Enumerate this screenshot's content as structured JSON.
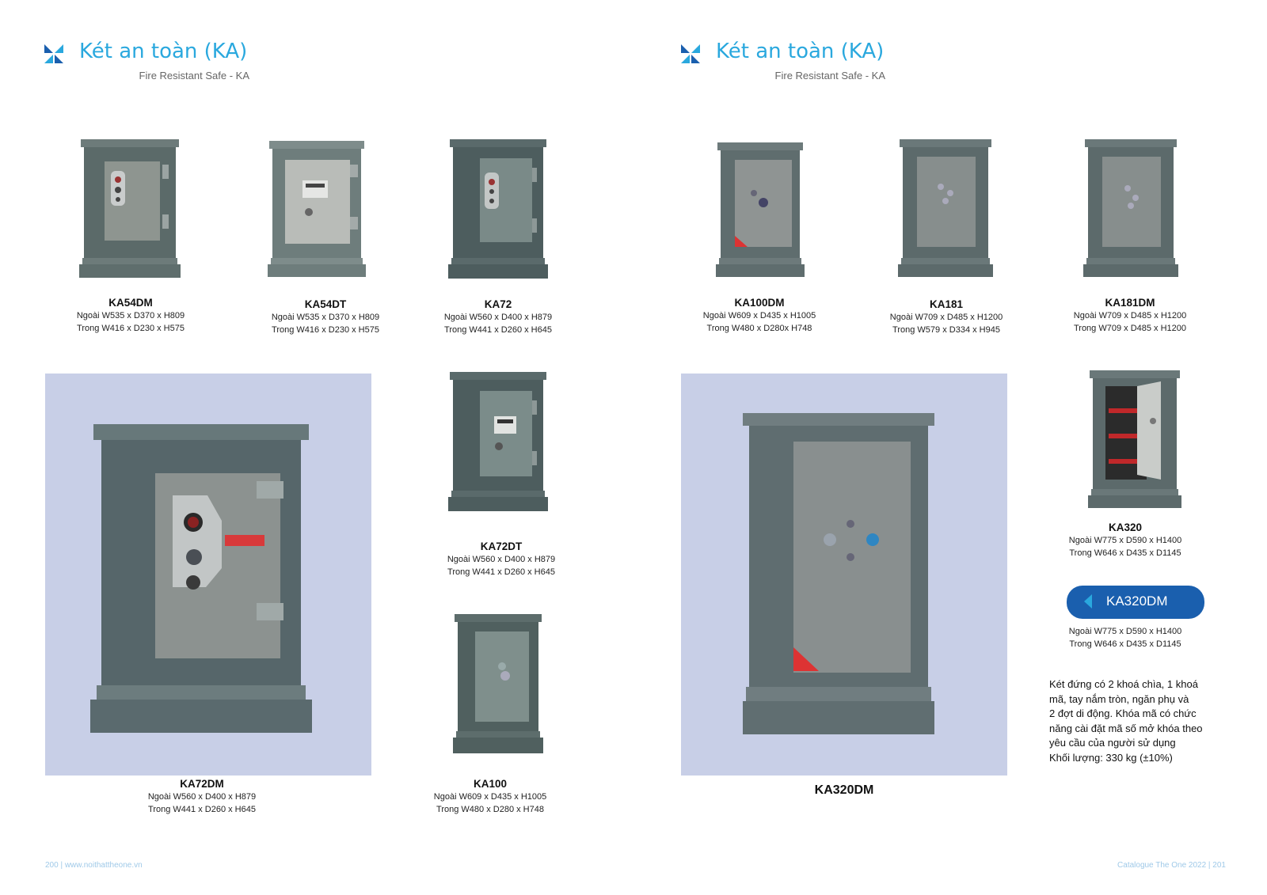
{
  "left_page": {
    "title": "Két an toàn (KA)",
    "subtitle": "Fire Resistant Safe - KA",
    "footer": "200 | www.noithattheone.vn"
  },
  "right_page": {
    "title": "Két an toàn (KA)",
    "subtitle": "Fire Resistant Safe - KA",
    "footer": "Catalogue The One 2022 | 201"
  },
  "products": {
    "ka54dm": {
      "name": "KA54DM",
      "outer": "Ngoài W535 x D370 x H809",
      "inner": "Trong W416 x D230 x H575"
    },
    "ka54dt": {
      "name": "KA54DT",
      "outer": "Ngoài W535 x D370 x H809",
      "inner": "Trong W416 x D230 x H575"
    },
    "ka72": {
      "name": "KA72",
      "outer": "Ngoài W560 x D400 x H879",
      "inner": "Trong W441 x D260 x H645"
    },
    "ka72dt": {
      "name": "KA72DT",
      "outer": "Ngoài  W560 x D400 x H879",
      "inner": "Trong  W441 x D260 x H645"
    },
    "ka72dm": {
      "name": "KA72DM",
      "outer": "Ngoài W560 x D400 x H879",
      "inner": "Trong W441 x D260 x H645"
    },
    "ka100": {
      "name": "KA100",
      "outer": "Ngoài W609 x D435 x H1005",
      "inner": "Trong W480 x D280 x H748"
    },
    "ka100dm": {
      "name": "KA100DM",
      "outer": "Ngoài W609 x D435 x H1005",
      "inner": "Trong W480 x D280x H748"
    },
    "ka181": {
      "name": "KA181",
      "outer": "Ngoài W709 x D485 x H1200",
      "inner": "Trong W579 x D334 x H945"
    },
    "ka181dm": {
      "name": "KA181DM",
      "outer": "Ngoài W709 x D485 x H1200",
      "inner": "Trong W709 x D485 x H1200"
    },
    "ka320": {
      "name": "KA320",
      "outer": "Ngoài W775 x D590 x H1400",
      "inner": "Trong W646 x D435 x D1145"
    },
    "ka320dm": {
      "name": "KA320DM",
      "outer": "Ngoài W775 x D590 x H1400",
      "inner": "Trong W646 x D435 x D1145"
    }
  },
  "featured": {
    "badge_label": "KA320DM",
    "caption": "KA320DM",
    "description": [
      "Két đứng có 2 khoá chìa, 1 khoá",
      "mã, tay nắm tròn, ngăn phụ và",
      "2 đợt di động. Khóa mã có chức",
      "năng cài đặt mã số mở khóa theo",
      "yêu cầu của người sử dụng",
      "Khối lượng: 330 kg (±10%)"
    ]
  },
  "colors": {
    "title": "#2aa8de",
    "photo_bg": "#c8cfe7",
    "badge": "#1a5fae",
    "safe_body": "#5b6a69",
    "safe_door": "#8e9590"
  },
  "icons": {
    "logo": "pinwheel-icon",
    "badge_arrow": "arrow-left-icon"
  }
}
